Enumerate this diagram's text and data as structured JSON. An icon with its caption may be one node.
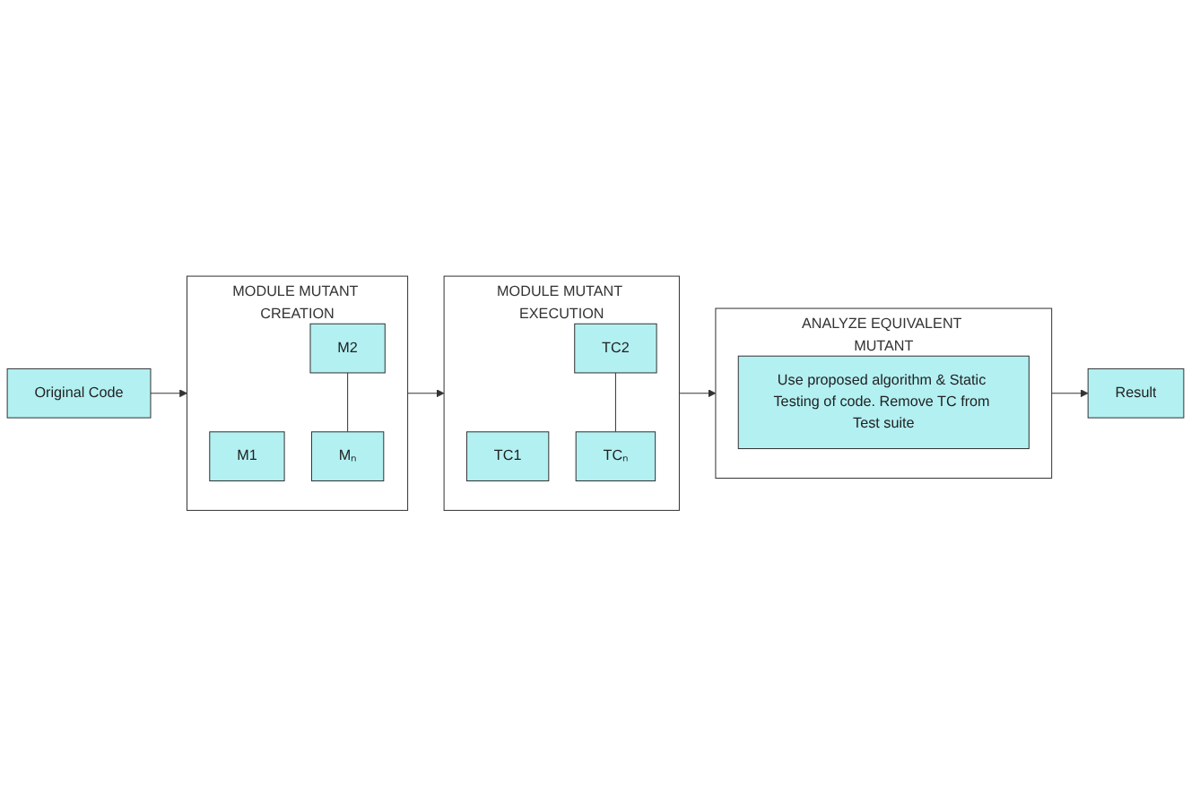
{
  "diagram": {
    "nodes": [
      {
        "text": [
          "Original Code"
        ]
      },
      {
        "text": [
          "MODULE MUTANT CREATION"
        ]
      },
      {
        "text": [
          "M1"
        ],
        "in": 1
      },
      {
        "text": [
          "M2"
        ],
        "in": 1
      },
      {
        "text": [
          "Mₙ"
        ],
        "in": 1
      },
      {
        "text": [
          "MODULE MUTANT EXECUTION"
        ]
      },
      {
        "text": [
          "TC1"
        ],
        "in": 5
      },
      {
        "text": [
          "TC2"
        ],
        "in": 5
      },
      {
        "text": [
          "TCₙ"
        ],
        "in": 5
      },
      {
        "text": [
          "ANALYZE EQUIVALENT MUTANT"
        ]
      },
      {
        "text": [
          "Use proposed algorithm & Static Testing of code. Remove TC from Test suite"
        ],
        "in": 9
      },
      {
        "text": [
          "Result"
        ]
      }
    ],
    "edges": [
      {
        "from": 0,
        "to": 1,
        "arrow": "to"
      },
      {
        "from": 1,
        "to": 5,
        "arrow": "to"
      },
      {
        "from": 5,
        "to": 9,
        "arrow": "to"
      },
      {
        "from": 9,
        "to": 11,
        "arrow": "to"
      },
      {
        "from": 3,
        "to": 4,
        "arrow": "none"
      },
      {
        "from": 7,
        "to": 8,
        "arrow": "none"
      }
    ]
  }
}
